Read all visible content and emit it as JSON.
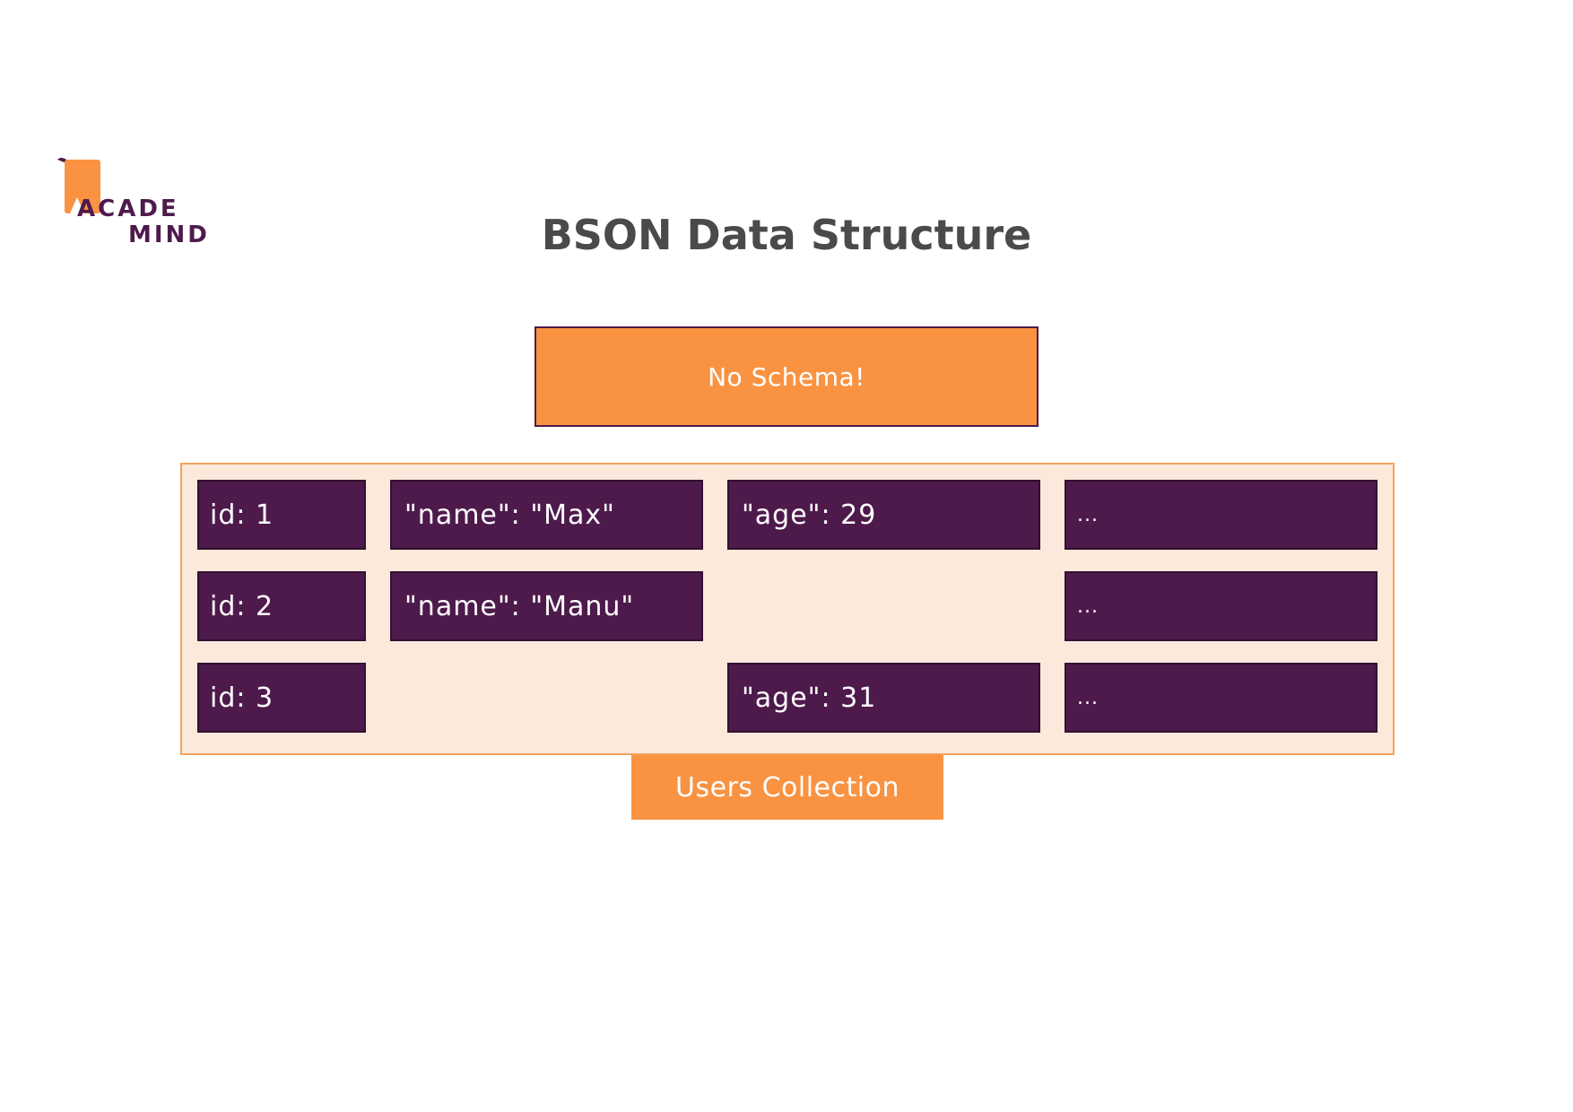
{
  "logo": {
    "line1": "ACADE",
    "line2": "MIND",
    "colors": {
      "orange": "#f99342",
      "purple": "#4e1a4c"
    }
  },
  "title": "BSON Data Structure",
  "schema_note": "No Schema!",
  "collection": {
    "label": "Users Collection",
    "rows": [
      {
        "id": "id: 1",
        "name": "\"name\": \"Max\"",
        "age": "\"age\": 29",
        "more": "..."
      },
      {
        "id": "id: 2",
        "name": "\"name\": \"Manu\"",
        "more": "..."
      },
      {
        "id": "id: 3",
        "age": "\"age\": 31",
        "more": "..."
      }
    ]
  },
  "colors": {
    "orange": "#f99342",
    "purple": "#4e1a4c",
    "collection_bg": "#fbe9dc",
    "title": "#4a4a4a"
  }
}
